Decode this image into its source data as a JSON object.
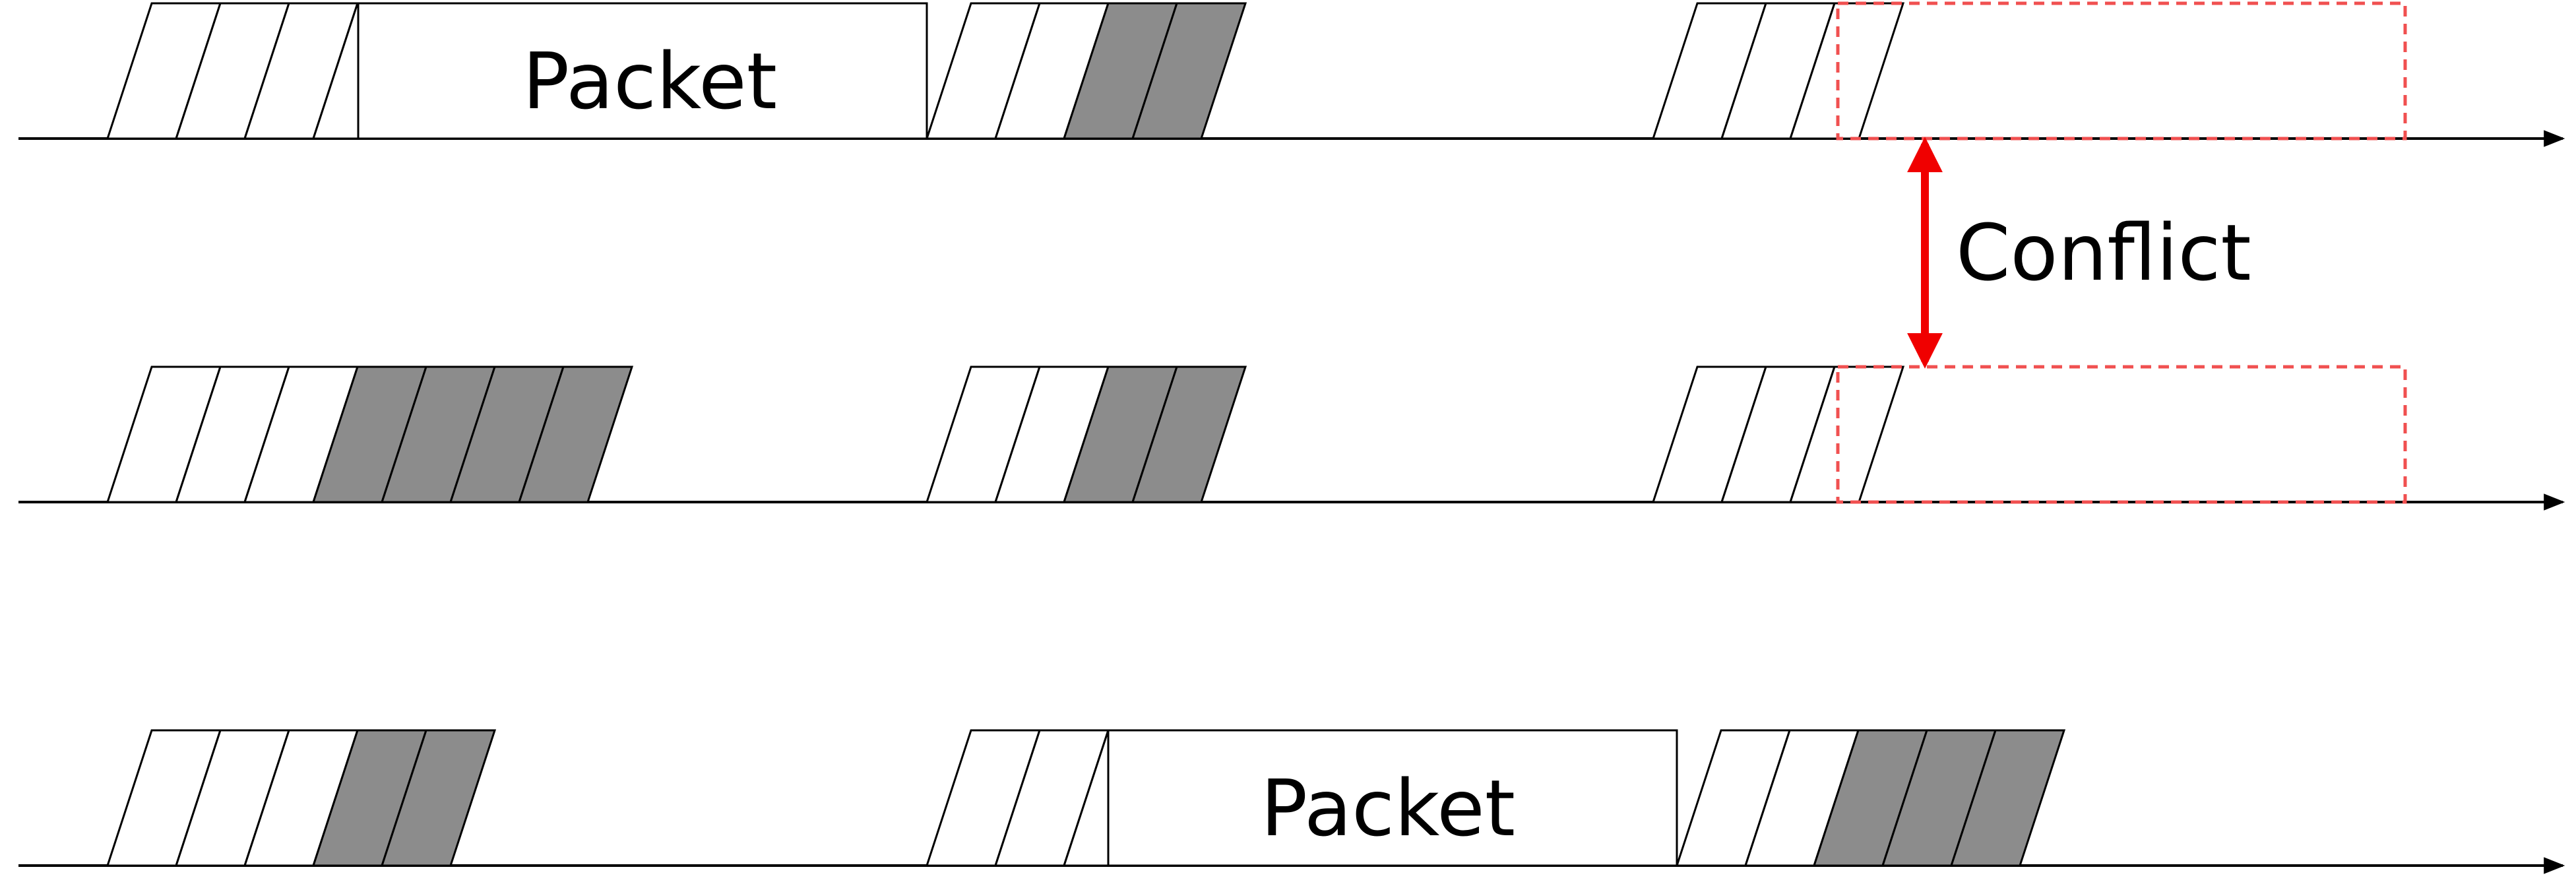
{
  "labels": {
    "packet_top": "Packet",
    "packet_bottom": "Packet",
    "conflict": "Conflict"
  },
  "colors": {
    "line": "#000000",
    "slot_empty": "#ffffff",
    "slot_filled": "#8c8c8c",
    "conflict": "#f00000",
    "conflict_box": "#f05050"
  },
  "rows": [
    {
      "name": "row-1",
      "groups": [
        {
          "name": "backoff-group-1",
          "slots": [
            "empty",
            "empty",
            "empty",
            "empty"
          ]
        },
        {
          "name": "backoff-group-2",
          "slots": [
            "empty",
            "empty",
            "filled",
            "filled"
          ]
        },
        {
          "name": "backoff-group-3",
          "slots": [
            "empty",
            "empty",
            "empty"
          ]
        }
      ]
    },
    {
      "name": "row-2",
      "groups": [
        {
          "name": "backoff-group-1",
          "slots": [
            "empty",
            "empty",
            "empty",
            "filled",
            "filled",
            "filled",
            "filled"
          ]
        },
        {
          "name": "backoff-group-2",
          "slots": [
            "empty",
            "empty",
            "filled",
            "filled"
          ]
        },
        {
          "name": "backoff-group-3",
          "slots": [
            "empty",
            "empty",
            "empty"
          ]
        }
      ]
    },
    {
      "name": "row-3",
      "groups": [
        {
          "name": "backoff-group-1",
          "slots": [
            "empty",
            "empty",
            "empty",
            "filled",
            "filled"
          ]
        },
        {
          "name": "backoff-group-2",
          "slots": [
            "empty",
            "empty",
            "empty"
          ]
        },
        {
          "name": "backoff-group-3",
          "slots": [
            "empty",
            "empty",
            "filled",
            "filled",
            "filled"
          ]
        }
      ]
    }
  ]
}
